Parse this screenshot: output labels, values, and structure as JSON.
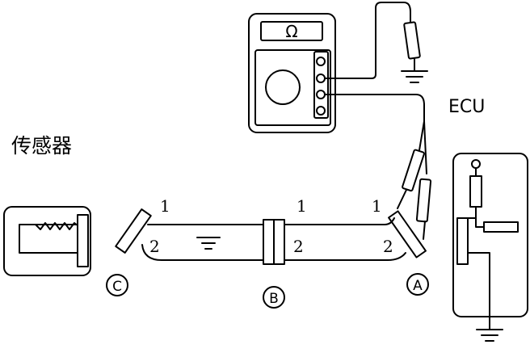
{
  "labels": {
    "sensor": "传感器",
    "ecu": "ECU",
    "ohm_symbol": "Ω",
    "connector_c": "C",
    "connector_b": "B",
    "connector_a": "A",
    "pin_1_left": "1",
    "pin_2_left": "2",
    "pin_1_mid": "1",
    "pin_2_mid": "2",
    "pin_1_right": "1",
    "pin_2_right": "2"
  },
  "colors": {
    "stroke": "#000000",
    "background": "#ffffff"
  }
}
